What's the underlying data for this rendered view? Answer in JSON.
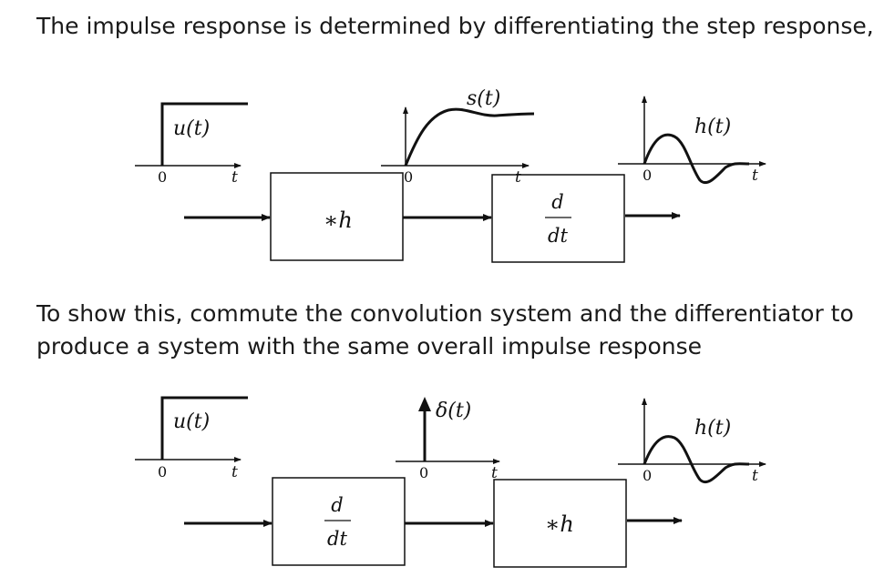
{
  "text": {
    "sentence_1": "The impulse response is determined by differentiating the step response,",
    "sentence_2_line_1": "To show this, commute the convolution system and the differentiator to",
    "sentence_2_line_2": "produce a system with the same overall impulse response"
  },
  "diagram_top": {
    "input_signal_label": "u(t)",
    "input_origin": "0",
    "input_axis": "t",
    "box_1_label": "∗h",
    "intermediate_signal_label": "s(t)",
    "intermediate_origin": "0",
    "intermediate_axis": "t",
    "box_2_numerator": "d",
    "box_2_denominator": "dt",
    "output_signal_label": "h(t)",
    "output_origin": "0",
    "output_axis": "t"
  },
  "diagram_bottom": {
    "input_signal_label": "u(t)",
    "input_origin": "0",
    "input_axis": "t",
    "box_1_numerator": "d",
    "box_1_denominator": "dt",
    "intermediate_signal_label": "δ(t)",
    "intermediate_origin": "0",
    "intermediate_axis": "t",
    "box_2_label": "∗h",
    "output_signal_label": "h(t)",
    "output_origin": "0",
    "output_axis": "t"
  },
  "colors": {
    "text": "#1a1a1a",
    "stroke": "#111111",
    "background": "#ffffff"
  }
}
